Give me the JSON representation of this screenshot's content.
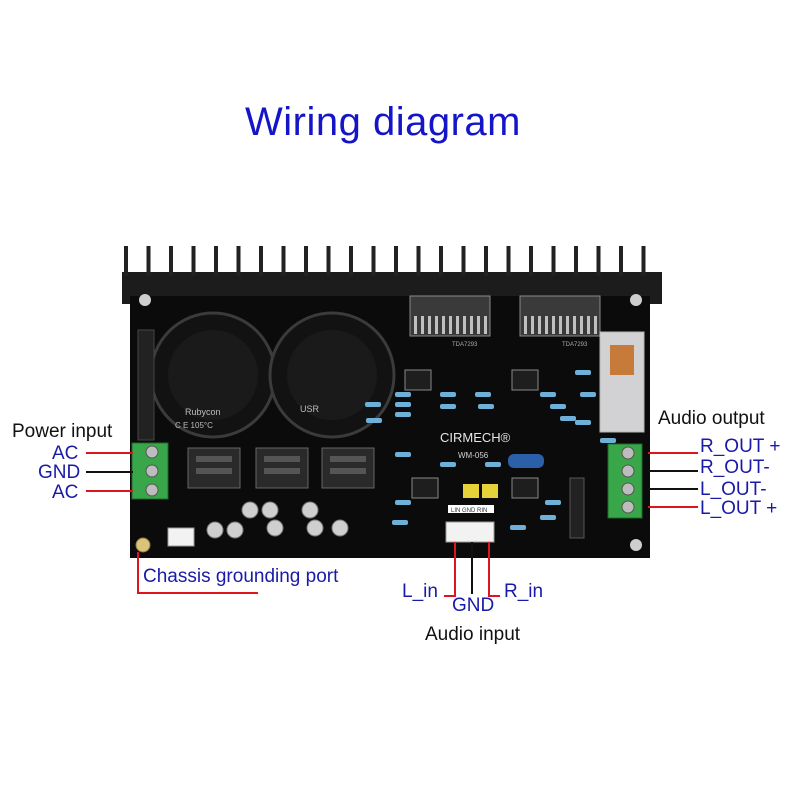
{
  "title": "Wiring diagram",
  "colors": {
    "title": "#1414c8",
    "label_blue": "#1a1aa8",
    "wire_red": "#e0141e",
    "wire_black": "#111111",
    "pcb": "#0b0b0b",
    "heatsink": "#1c1c1c",
    "terminal_green": "#3aa64a"
  },
  "power_input": {
    "heading": "Power input",
    "pins": [
      "AC",
      "GND",
      "AC"
    ]
  },
  "audio_output": {
    "heading": "Audio output",
    "pins": [
      "R_OUT +",
      "R_OUT-",
      "L_OUT-",
      "L_OUT +"
    ]
  },
  "chassis": {
    "label": "Chassis grounding port"
  },
  "audio_input": {
    "heading": "Audio input",
    "pins": {
      "left": "L_in",
      "ground": "GND",
      "right": "R_in"
    }
  },
  "board": {
    "brand": "CIRMECH®",
    "model": "WM-056",
    "capacitor_left": "Rubycon",
    "capacitor_left_rating": "C E 105°C",
    "capacitor_right": "USR",
    "chip_label": "TDA7293",
    "input_header": "LIN GND RIN",
    "power_header": "AC GND AC"
  }
}
